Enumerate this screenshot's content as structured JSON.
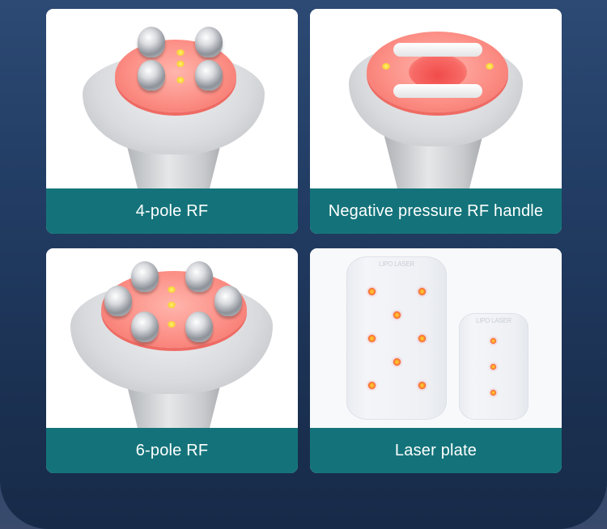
{
  "page": {
    "background_color": "#213b62",
    "caption_color": "#14737a"
  },
  "cards": [
    {
      "id": "4-pole-rf",
      "caption": "4-pole RF",
      "image": "4-pole RF handle with four metal balls and yellow LEDs"
    },
    {
      "id": "negative-pressure-rf",
      "caption": "Negative pressure RF handle",
      "image": "Handle with pink ring, central suction hole, two white pads and yellow LEDs"
    },
    {
      "id": "6-pole-rf",
      "caption": "6-pole RF",
      "image": "6-pole RF handle with six metal balls and yellow LEDs"
    },
    {
      "id": "laser-plate",
      "caption": "Laser plate",
      "image": "Two lipo laser pads with red laser dots",
      "plates": [
        {
          "label": "LIPO LASER",
          "dots": 8
        },
        {
          "label": "LIPO LASER",
          "dots": 3
        }
      ]
    }
  ]
}
